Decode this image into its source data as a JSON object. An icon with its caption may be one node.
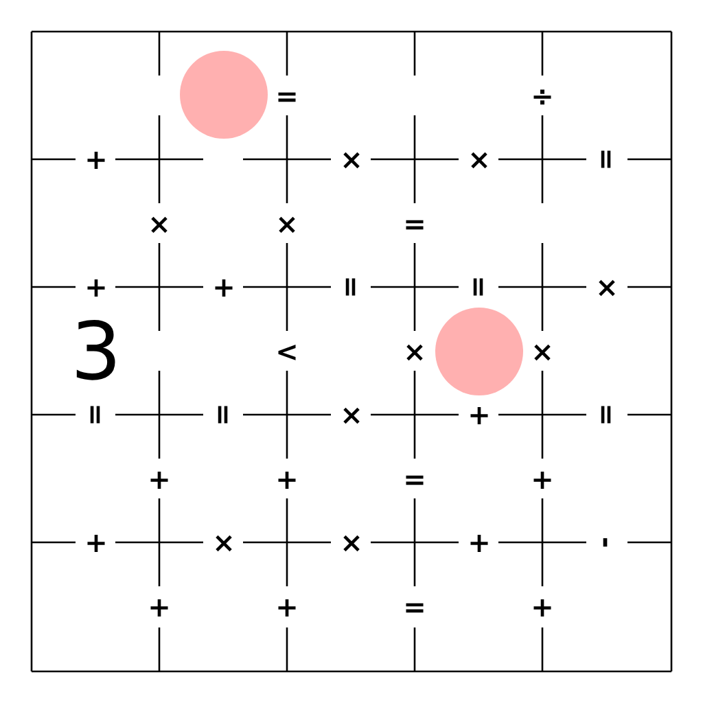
{
  "diagram": {
    "nodes": [
      {
        "text": [],
        "shape": "circle"
      },
      {
        "text": [],
        "shape": "circle"
      }
    ],
    "labels": [
      "=",
      "÷",
      "+",
      "×",
      "×",
      "=",
      "×",
      "×",
      "=",
      "+",
      "+",
      "=",
      "=",
      "×",
      "3",
      "<",
      "×",
      "×",
      "=",
      "=",
      "×",
      "+",
      "=",
      "+",
      "+",
      "=",
      "+",
      "+",
      "×",
      "×",
      "+",
      "-",
      "+",
      "+",
      "=",
      "+"
    ]
  }
}
